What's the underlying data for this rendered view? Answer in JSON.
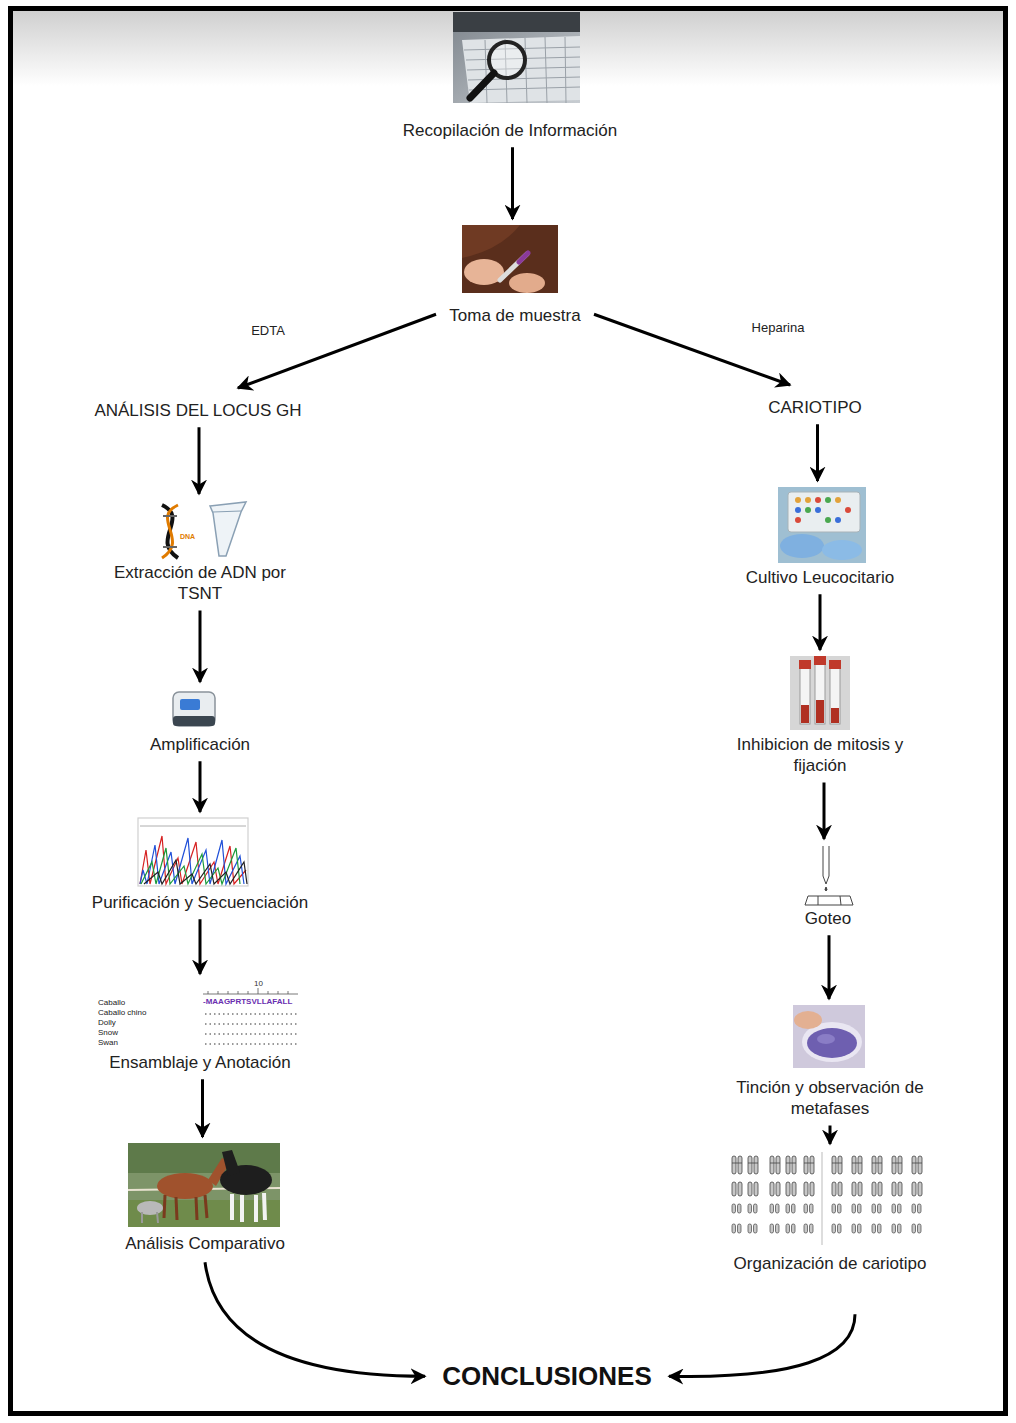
{
  "diagram": {
    "nodes": [
      {
        "text": [
          "Recopilación de Información"
        ]
      },
      {
        "text": [
          "Toma de muestra"
        ]
      },
      {
        "text": [
          "ANÁLISIS DEL LOCUS GH"
        ]
      },
      {
        "text": [
          "Extracción de ADN por TSNT"
        ]
      },
      {
        "text": [
          "Amplificación"
        ]
      },
      {
        "text": [
          "Purificación y Secuenciación"
        ]
      },
      {
        "text": [
          "Ensamblaje y Anotación"
        ]
      },
      {
        "text": [
          "Análisis Comparativo"
        ]
      },
      {
        "text": [
          "CARIOTIPO"
        ]
      },
      {
        "text": [
          "Cultivo Leucocitario"
        ]
      },
      {
        "text": [
          "Inhibicion de mitosis y fijación"
        ]
      },
      {
        "text": [
          "Goteo"
        ]
      },
      {
        "text": [
          "Tinción y observación de metafases"
        ]
      },
      {
        "text": [
          "Organización de cariotipo"
        ]
      },
      {
        "text": [
          "CONCLUSIONES"
        ]
      }
    ],
    "edges": [
      {
        "from": 0,
        "to": 1,
        "arrow": "to"
      },
      {
        "from": 1,
        "to": 2,
        "label": "EDTA",
        "arrow": "to"
      },
      {
        "from": 1,
        "to": 8,
        "label": "Heparina",
        "arrow": "to"
      },
      {
        "from": 2,
        "to": 3,
        "arrow": "to"
      },
      {
        "from": 3,
        "to": 4,
        "arrow": "to"
      },
      {
        "from": 4,
        "to": 5,
        "arrow": "to"
      },
      {
        "from": 5,
        "to": 6,
        "arrow": "to"
      },
      {
        "from": 6,
        "to": 7,
        "arrow": "to"
      },
      {
        "from": 7,
        "to": 14,
        "arrow": "to"
      },
      {
        "from": 8,
        "to": 9,
        "arrow": "to"
      },
      {
        "from": 9,
        "to": 10,
        "arrow": "to"
      },
      {
        "from": 10,
        "to": 11,
        "arrow": "to"
      },
      {
        "from": 11,
        "to": 12,
        "arrow": "to"
      },
      {
        "from": 12,
        "to": 13,
        "arrow": "to"
      },
      {
        "from": 13,
        "to": 14,
        "arrow": "to"
      }
    ],
    "labels": [
      "DNA",
      "10",
      "-MAAGPRTSVLLAFALL",
      "Caballo",
      "Caballo chino",
      "Dolly",
      "Snow",
      "Swan"
    ]
  }
}
